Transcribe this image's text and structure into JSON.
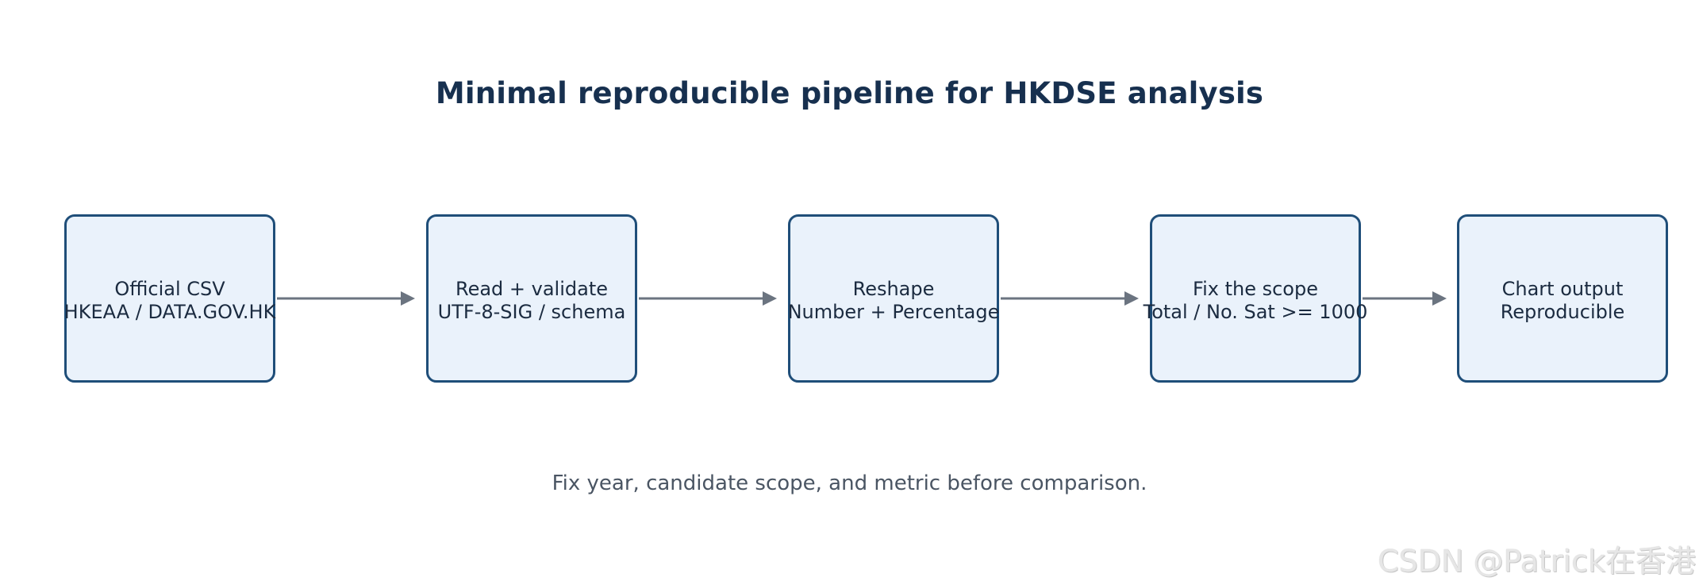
{
  "title": "Minimal reproducible pipeline for HKDSE analysis",
  "steps": [
    {
      "line1": "Official CSV",
      "line2": "HKEAA / DATA.GOV.HK"
    },
    {
      "line1": "Read + validate",
      "line2": "UTF-8-SIG / schema"
    },
    {
      "line1": "Reshape",
      "line2": "Number + Percentage"
    },
    {
      "line1": "Fix the scope",
      "line2": "Total / No. Sat >= 1000"
    },
    {
      "line1": "Chart output",
      "line2": "Reproducible"
    }
  ],
  "caption": "Fix year, candidate scope, and metric before comparison.",
  "watermark": "CSDN @Patrick在香港",
  "colors": {
    "box_fill": "#eaf2fb",
    "box_border": "#1f4e79",
    "arrow": "#6b7480",
    "title": "#17304f"
  }
}
